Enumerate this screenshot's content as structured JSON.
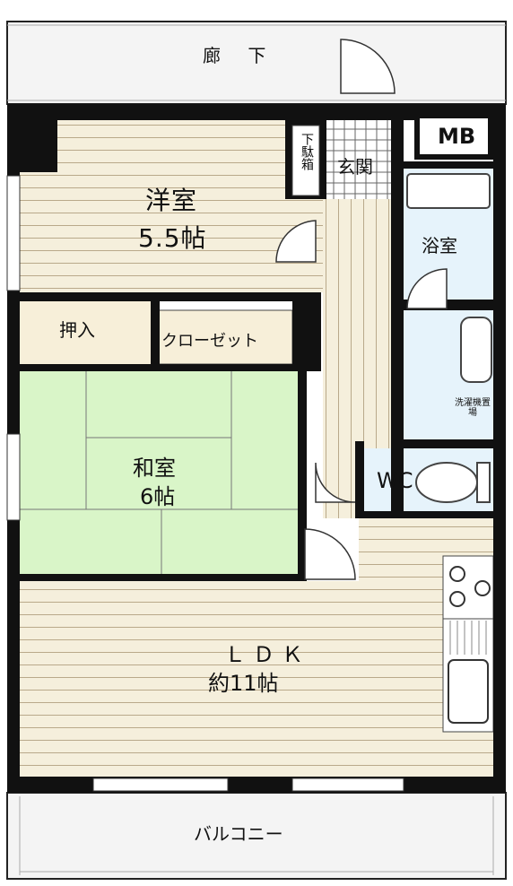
{
  "labels": {
    "corridor": "廊 下",
    "mb": "MB",
    "shoe_box": "下駄箱",
    "entrance": "玄関",
    "western_room": "洋室",
    "western_room_size": "5.5帖",
    "bathroom": "浴室",
    "oshiire": "押入",
    "closet": "クローゼット",
    "laundry": "洗濯機置場",
    "japanese_room": "和室",
    "japanese_room_size": "6帖",
    "wc": "WC",
    "ldk": "ＬＤＫ",
    "ldk_size": "約11帖",
    "balcony": "バルコニー"
  },
  "colors": {
    "wall": "#111111",
    "wood_floor": "#f5efdc",
    "tatami": "#d9f5c8",
    "wet_area": "#e6f3fb",
    "closet_floor": "#f7efd9",
    "outdoor": "#f4f4f4",
    "line": "#b9a98a"
  }
}
